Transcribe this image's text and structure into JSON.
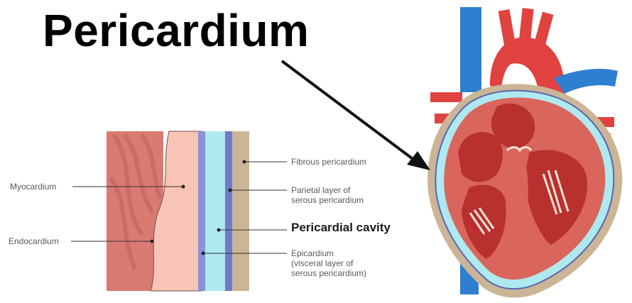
{
  "title": "Pericardium",
  "labels": {
    "myocardium": "Myocardium",
    "endocardium": "Endocardium",
    "fibrous": "Fibrous pericardium",
    "parietal": [
      "Parietal layer of",
      "serous pericardium"
    ],
    "cavity": "Pericardial cavity",
    "epicardium": [
      "Epicardium",
      "(visceral layer of",
      "serous pericardium)"
    ]
  },
  "colors": {
    "muscle": "#d97a73",
    "endocardium": "#f7c4b5",
    "epicardium": "#8a93d6",
    "cavity": "#aee9ef",
    "parietal": "#6f7cc8",
    "fibrous": "#cbb596",
    "aorta": "#e0433f",
    "vein": "#2f7fd0",
    "heart_inner": "#b8312f"
  }
}
